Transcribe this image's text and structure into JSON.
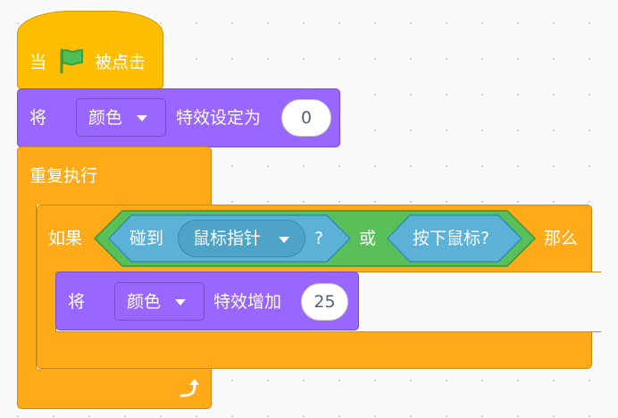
{
  "script": {
    "hat_block": {
      "text_before": "当",
      "flag_icon": "green-flag-icon",
      "text_after": "被点击"
    },
    "set_effect_block": {
      "verb": "将",
      "effect_dropdown": "颜色",
      "suffix": "特效设定为",
      "value": "0"
    },
    "forever_block": {
      "label": "重复执行",
      "loop_icon": "loop-arrow-icon"
    },
    "if_block": {
      "keyword_if": "如果",
      "keyword_then": "那么",
      "or_block": {
        "keyword_or": "或",
        "touching_block": {
          "label": "碰到",
          "target_dropdown": "鼠标指针",
          "question": "?"
        },
        "mouse_down_block": {
          "label": "按下鼠标?"
        }
      }
    },
    "change_effect_block": {
      "verb": "将",
      "effect_dropdown": "颜色",
      "suffix": "特效增加",
      "value": "25"
    }
  },
  "colors": {
    "events": "#ffbf00",
    "control": "#ffab19",
    "looks": "#9966ff",
    "operators": "#59c059",
    "sensing": "#5cb1d6",
    "canvas_background": "#f9f9f9"
  }
}
